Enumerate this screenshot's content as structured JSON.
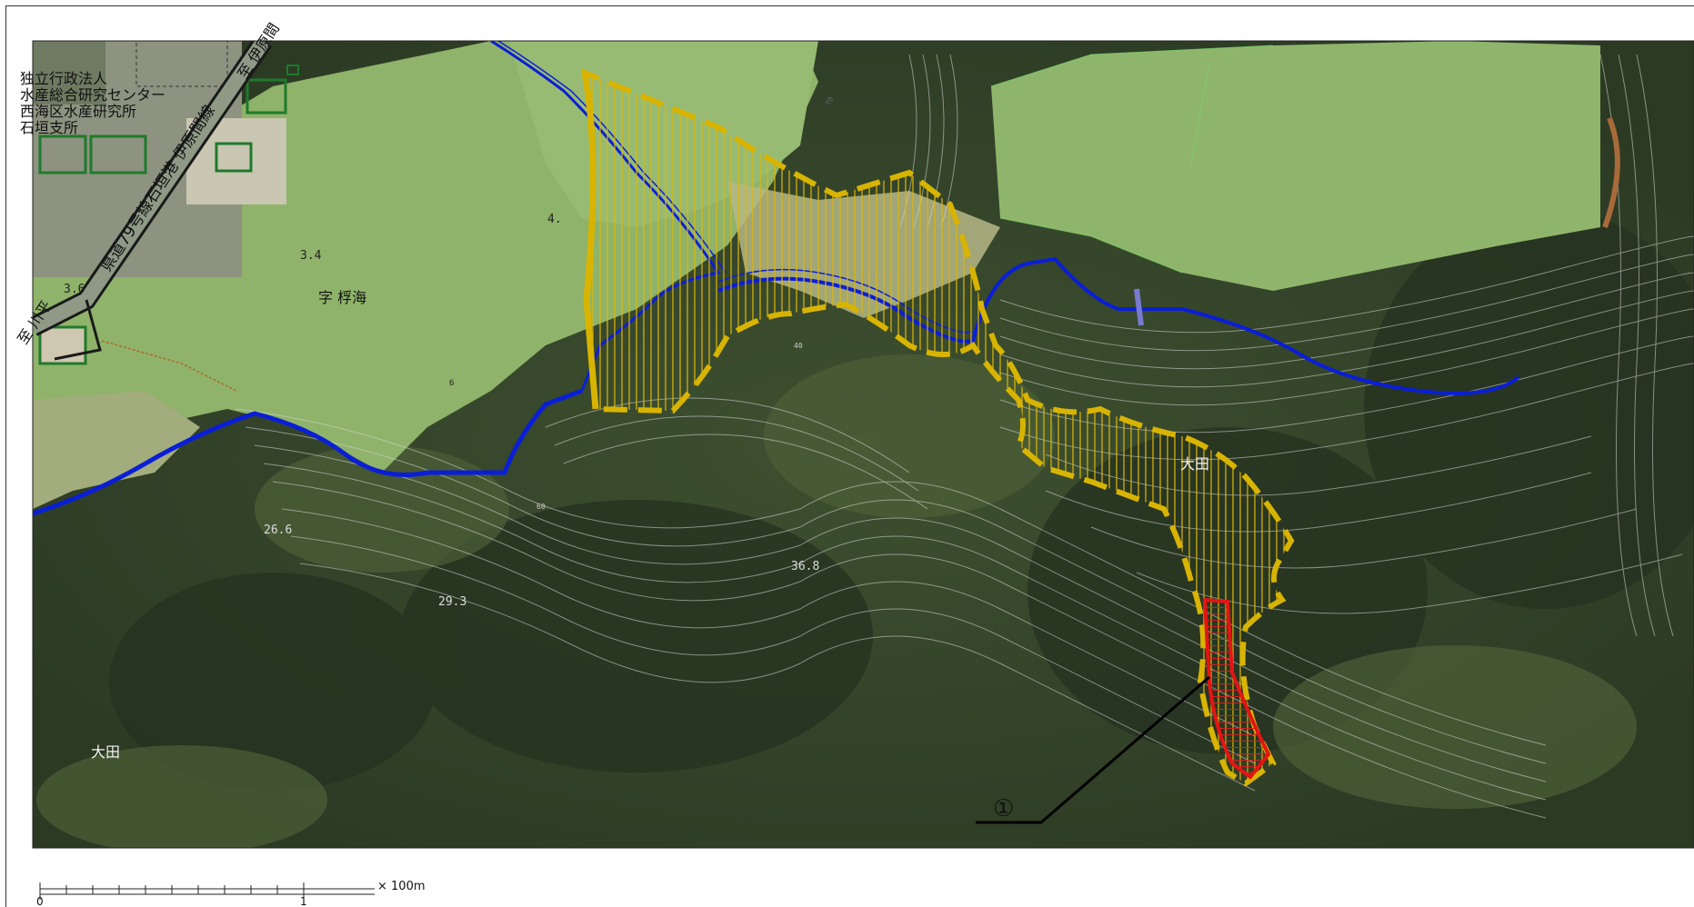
{
  "labels": {
    "agency_line1": "独立行政法人",
    "agency_line2": "水産総合研究センター",
    "agency_line3": "西海区水産研究所",
    "agency_line4": "石垣支所",
    "road_name": "県道79号線石垣港 伊原間線",
    "road_dir_north": "至 伊原間",
    "road_dir_south": "至 川平",
    "place_azafu": "字 桴海",
    "place_oota_1": "大田",
    "place_oota_2": "大田",
    "point_marker": "①"
  },
  "elevations": {
    "e1": "3.4",
    "e2": "4.",
    "e3": "3.6",
    "e4": "6",
    "e5": "26.6",
    "e6": "36.8",
    "e7": "29.3",
    "e8": "70",
    "e9": "60",
    "e10": "40"
  },
  "scale": {
    "unit": "× 100m",
    "tick0": "0",
    "tick1": "1"
  },
  "colors": {
    "river": "#0a1ed6",
    "zone_yellow": "#d8b400",
    "zone_red": "#e41414",
    "forest": "#3a4a2e",
    "field": "#8fb36a",
    "road": "#1a1a1a"
  }
}
